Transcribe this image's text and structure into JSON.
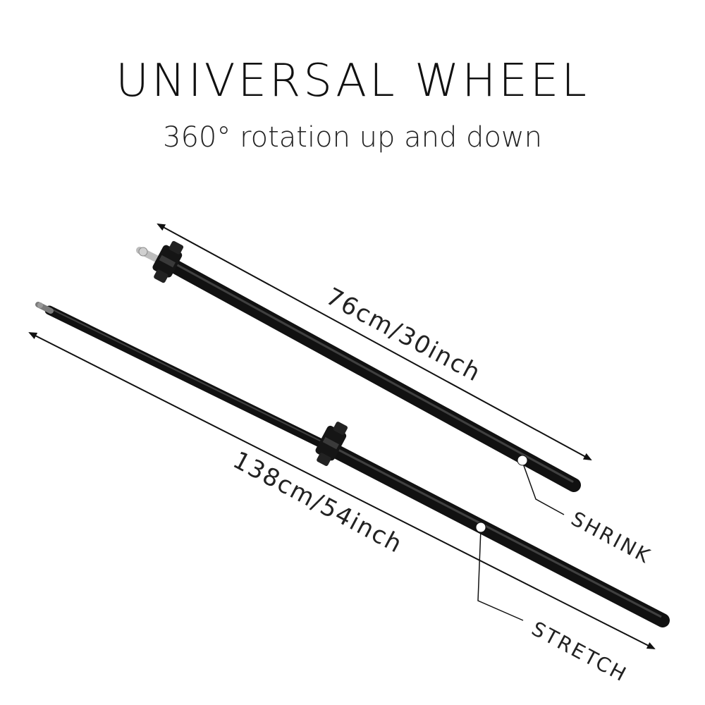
{
  "header": {
    "title": "UNIVERSAL WHEEL",
    "subtitle": "360° rotation up and down"
  },
  "dimensions": {
    "short_pole": "76cm/30inch",
    "long_pole": "138cm/54inch"
  },
  "callouts": {
    "shrink": "SHRINK",
    "stretch": "STRETCH"
  },
  "colors": {
    "pole": "#1a1a1a",
    "pole_highlight": "#4a4a4a",
    "text": "#222222",
    "background": "#ffffff"
  }
}
